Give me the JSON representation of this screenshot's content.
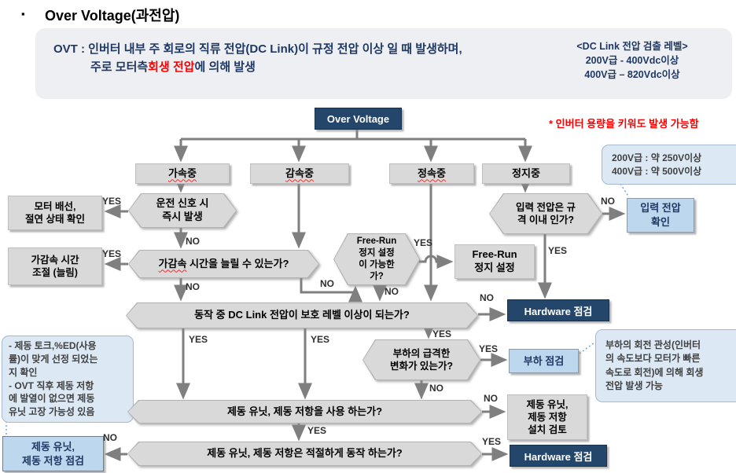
{
  "header": {
    "bullet": "▪",
    "title": "Over Voltage(과전압)"
  },
  "summary": {
    "prefix": "OVT : ",
    "line1": "인버터 내부 주 회로의 직류 전압(DC Link)이 규정 전압 이상 일 때 발생하며,",
    "line2_pre": "주로 모터측 ",
    "line2_highlight": "회생 전압",
    "line2_post": "에 의해 발생",
    "detect": {
      "title": "<DC Link 전압 검출 레벨>",
      "line1": "200V급 - 400Vdc이상",
      "line2": "400V급 – 820Vdc이상"
    }
  },
  "flow": {
    "root": "Over Voltage",
    "warning": "* 인버터 용량을 키워도 발생 가능함",
    "voltage_note": "200V급 : 약 250V이상\n400V급 : 약 500V이상",
    "state_accel": "가속중",
    "state_decel": "감속중",
    "state_const": "정속중",
    "state_stop": "정지중",
    "q_run_signal": "운전 신호 시\n즉시 발생",
    "box_motor": "모터 배선,\n절연 상태 확인",
    "q_accel_time_word": "가감속",
    "q_accel_time_rest": " 시간을 늘릴 수 있는가?",
    "box_accel_adjust": "가감속 시간\n조절 (늘림)",
    "q_freerun": "Free-Run\n정지 설정\n이 가능한\n가?",
    "box_freerun": "Free-Run\n정지 설정",
    "q_input": "입력 전압은 규\n격 이내 인가?",
    "box_input_check": "입력 전압\n확인",
    "q_dclink": "동작 중 DC Link 전압이 보호 레벨 이상이 되는가?",
    "box_hardware1": "Hardware 점검",
    "q_load": "부하의 급격한\n변화가 있는가?",
    "box_load_check": "부하 점검",
    "note_load": "부하의 회전 관성(인버터\n의 속도보다 모터가 빠른\n속도로 회전)에 의해 회생\n전압 발생 가능",
    "note_brake": "- 제동 토크,%ED(사용\n률)이 맞게 선정 되었는\n지 확인\n- OVT 직후 제동 저항\n에 발열이 없으면 제동\n유닛 고장 가능성 있음",
    "q_brake_use": "제동 유닛, 제동 저항을 사용 하는가?",
    "box_brake_install": "제동 유닛,\n제동 저항\n설치 검토",
    "q_brake_work": "제동 유닛, 제동 저항은 적절하게 동작 하는가?",
    "box_brake_check": "제동 유닛,\n제동 저항 점검",
    "box_hardware2": "Hardware 점검"
  },
  "edge": {
    "yes": "YES",
    "no": "NO"
  },
  "colors": {
    "navy_text": "#1f3864",
    "navy_box": "#24466a",
    "red": "#ff0000",
    "gray_fill": "#d9d9d9",
    "blue_fill": "#bdd7ee",
    "note_fill": "#dce9f5",
    "arrow": "#7f7f7f"
  }
}
